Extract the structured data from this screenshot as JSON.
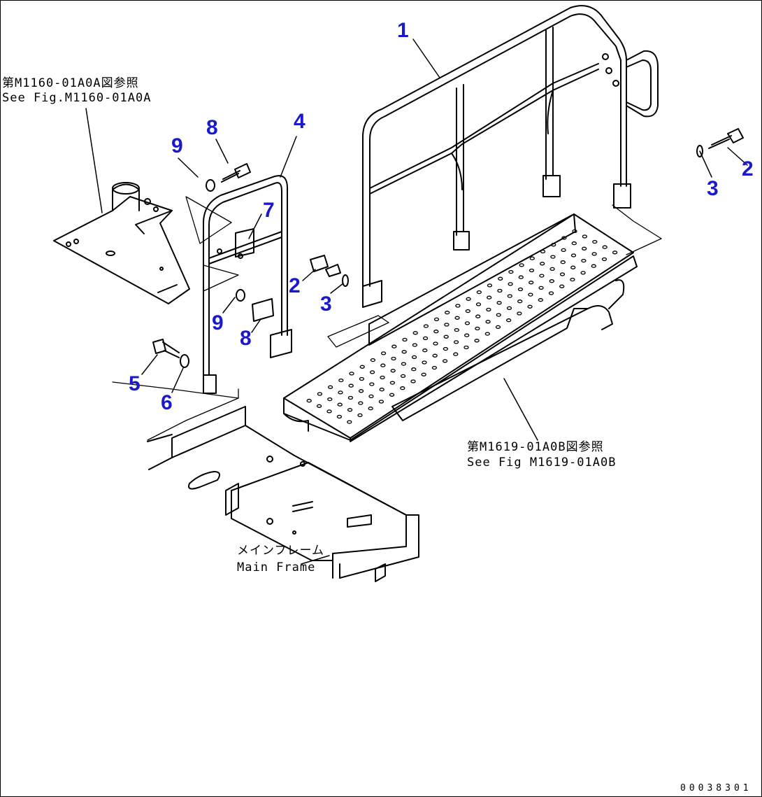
{
  "colors": {
    "callout": "#1a1acc",
    "line": "#000000",
    "background": "#ffffff"
  },
  "notes": {
    "ref_top_jp": "第M1160-01A0A図参照",
    "ref_top_en": "See Fig.M1160-01A0A",
    "ref_right_jp": "第M1619-01A0B図参照",
    "ref_right_en": "See Fig M1619-01A0B",
    "frame_jp": "メインフレーム",
    "frame_en": "Main Frame"
  },
  "callouts": {
    "c1": "1",
    "c2_right": "2",
    "c3_right": "3",
    "c4": "4",
    "c7": "7",
    "c8_top": "8",
    "c9_top": "9",
    "c2_center": "2",
    "c3_center": "3",
    "c9_mid": "9",
    "c8_mid": "8",
    "c5": "5",
    "c6": "6"
  },
  "drawing_number": "00038301"
}
